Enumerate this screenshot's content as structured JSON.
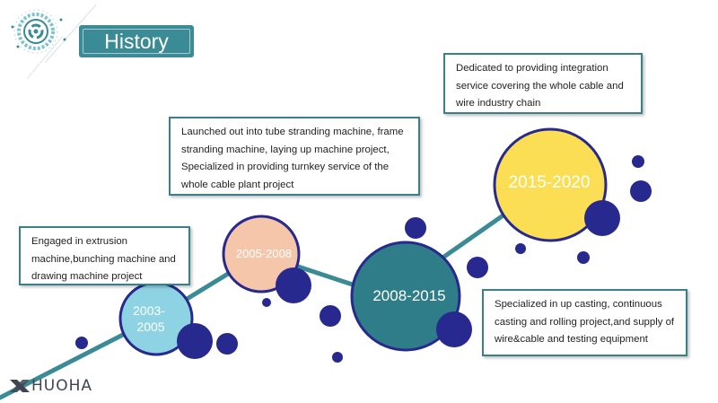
{
  "slide": {
    "title": "History",
    "brand": {
      "name": "HUOHA",
      "mark": "X",
      "color": "#3d4553"
    }
  },
  "colors": {
    "teal": "#3a8b95",
    "dark_teal": "#2f7d89",
    "navy": "#27298e",
    "light_blue": "#8ed3e3",
    "peach": "#f6c6ab",
    "yellow": "#fcde55",
    "box_border": "#3a7f8a"
  },
  "timeline": {
    "milestones": [
      {
        "label": "2003-\n2005",
        "color": "#8ed3e3"
      },
      {
        "label": "2005-2008",
        "color": "#f6c6ab"
      },
      {
        "label": "2008-2015",
        "color": "#2f7d89"
      },
      {
        "label": "2015-2020",
        "color": "#fcde55"
      }
    ]
  },
  "notes": [
    {
      "lines": [
        "Engaged in extrusion",
        "machine,bunching machine and",
        "drawing machine project"
      ]
    },
    {
      "lines": [
        "Launched out into tube stranding machine, frame",
        "stranding machine, laying up machine project,",
        "Specialized in providing turnkey service of the",
        "whole cable plant project"
      ]
    },
    {
      "lines": [
        "Dedicated to providing integration",
        "service covering the whole cable and",
        "wire industry chain"
      ]
    },
    {
      "lines": [
        "Specialized in up casting, continuous",
        "casting and rolling project,and supply of",
        "wire&cable and testing equipment"
      ]
    }
  ]
}
